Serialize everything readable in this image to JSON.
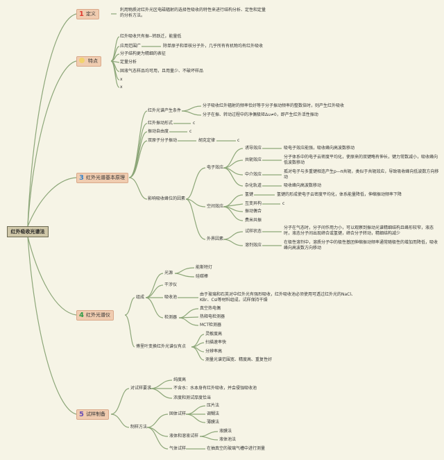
{
  "root": "红外吸收光谱法",
  "cat1": {
    "num": "1",
    "label": "定义",
    "color": "#e03a2f",
    "text": "利用物质对红外光区电磁辐射的选择性吸收的特性来进行结构分析、定性和定量的分析方法。"
  },
  "cat2": {
    "icon": "sun-icon",
    "label": "特点",
    "items": [
      "红外吸收只有振--转跃迁，能量低",
      "应用范围广",
      "除单原子和单核分子外，几乎所有有机物均有红外吸收",
      "分子结构更为精细的表征",
      "定量分析",
      "固液气态样品均可用，且用量少、不破坏样品",
      "x",
      "x"
    ]
  },
  "cat3": {
    "num": "3",
    "label": "红外光谱基本原理",
    "color": "#3a86c8",
    "cond_label": "红外光谱产生条件",
    "cond1": "分子吸收红外辐射的频率恰好等于分子振动频率的整数倍时，则产生红外吸收",
    "cond2": "分子在振、转动过程中的净偶极矩Δu≠0，即产生红外活性振动",
    "vib_form": "红外振动形式",
    "vib_form_c": "c",
    "vib_dof": "振动自由度",
    "vib_dof_c": "c",
    "diatomic": "双原子分子振动",
    "hooke": "胡克定律",
    "hooke_c": "c",
    "factors": "影响吸收峰位的因素",
    "electronic": "电子效应",
    "induct": "诱导效应",
    "induct_d": "吸电子效应能强，吸收峰向高波数移动",
    "conj": "共轭效应",
    "conj_d": "分子体系中的电子云密度平均化，使原来的双键略有伸长，键力常数减小，吸收峰向低波数移动",
    "meso": "中介效应",
    "meso_d": "孤对电子与多重键相连产生p—π共轭，类似于共轭效应，导致吸收峰向低波数方向移动",
    "hybrid": "杂化轨道",
    "hybrid_d": "吸收峰向高波数移动",
    "steric": "空间效应",
    "hbond": "氢键",
    "hbond_d": "氢键的形成使电子云密度平均化，体系能量降低，伸缩振动频率下降",
    "mutual": "互变异构",
    "mutual_c": "c",
    "coupling": "振动偶合",
    "fermi": "费米共振",
    "external": "外界因素",
    "state": "试样状态",
    "state_d": "分子在气态时，分子间作用力小，可以观察到振动光谱精细结构且峰形较窄，液态时，液态分子间出现缔合或氢键，缔合分子转动，精细结构减少",
    "solvent": "溶剂效应",
    "solvent_d": "在极性溶剂中，溶质分子中的极性基团伸缩振动频率通常随极性的增加而降低，吸收峰向高波数方向移动"
  },
  "cat4": {
    "num": "4",
    "label": "红外光谱仪",
    "color": "#2f9a46",
    "components": "组成",
    "source": "光源",
    "nernst": "能斯特灯",
    "globar": "硅碳棒",
    "interferometer": "干涉仪",
    "cell": "吸收池",
    "cell_d": "由于玻璃和石英对中红外光有强烈吸收，红外吸收池必须使用可透过红外光的NaCl、KBr、CsI等材料组成，试样保持干燥",
    "detector": "检测器",
    "d1": "真空热电偶",
    "d2": "热释电检测器",
    "d3": "MCT检测器",
    "ftir": "傅里叶变换红外光谱仪有点",
    "f1": "灵敏度高",
    "f2": "扫描速率快",
    "f3": "分辨率高",
    "f4": "测量光谱范围宽、精度高、重复性好"
  },
  "cat5": {
    "num": "5",
    "label": "试样制备",
    "color": "#6a4fb4",
    "req": "对试样要求",
    "r1": "纯度高",
    "r2": "不含水：水本身有红外吸收，并会侵蚀吸收池",
    "r3": "浓度和测试厚度恰当",
    "method": "制样方法",
    "solid": "固体试样",
    "s1": "压片法",
    "s2": "调糊法",
    "s3": "薄膜法",
    "liquid": "液体和溶液试样",
    "l1": "液膜法",
    "l2": "液体池法",
    "gas": "气体试样",
    "gas_d": "在抽真空的玻璃气槽中进行测量"
  }
}
